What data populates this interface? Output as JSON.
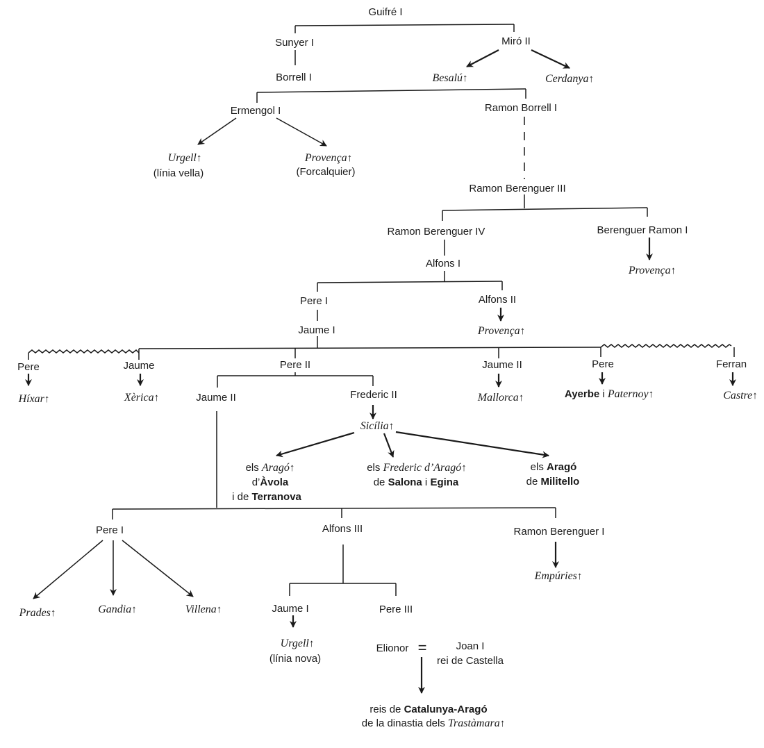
{
  "names": {
    "guifre_i": "Guifré I",
    "sunyer_i": "Sunyer I",
    "miro_ii": "Miró II",
    "besalu": "Besalú",
    "cerdanya": "Cerdanya",
    "borrell_i": "Borrell I",
    "ermengol_i": "Ermengol I",
    "ramon_borrell_i": "Ramon Borrell I",
    "urgell_old": "Urgell",
    "linia_vella": "(línia vella)",
    "provenca_forcalquier": "Provença",
    "forcalquier": "(Forcalquier)",
    "ramon_berenguer_iii": "Ramon Berenguer III",
    "ramon_berenguer_iv": "Ramon Berenguer IV",
    "berenguer_ramon_i": "Berenguer Ramon I",
    "provenca_br": "Provença",
    "alfons_i": "Alfons I",
    "pere_i_king": "Pere I",
    "alfons_ii": "Alfons II",
    "provenca_alfons": "Provença",
    "jaume_i_king": "Jaume I",
    "pere_hixar": "Pere",
    "hixar": "Híxar",
    "jaume_xerica": "Jaume",
    "xerica": "Xèrica",
    "pere_ii": "Pere II",
    "jaume_ii_mallorca": "Jaume II",
    "mallorca": "Mallorca",
    "pere_ayerbe": "Pere",
    "ayerbe": "Ayerbe",
    "ayerbe_i": " i ",
    "paternoy": "Paternoy",
    "ferran": "Ferran",
    "castre": "Castre",
    "jaume_ii_king": "Jaume II",
    "frederic_ii": "Frederic II",
    "sicilia": "Sicília",
    "avola_els": "els ",
    "avola_arago": "Aragó",
    "avola_d": "d’",
    "avola_name": "Àvola",
    "avola_i_de": "i de ",
    "terranova": "Terranova",
    "salona_els": "els ",
    "salona_frederic": "Frederic d’Aragó",
    "salona_de": "de ",
    "salona": "Salona",
    "salona_i": " i ",
    "egina": "Egina",
    "militello_els": "els ",
    "militello_arago": "Aragó",
    "militello_de": "de ",
    "militello": "Militello",
    "pere_i_prades": "Pere I",
    "alfons_iii": "Alfons III",
    "ramon_berenguer_i_emp": "Ramon Berenguer I",
    "empuries": "Empúries",
    "prades": "Prades",
    "gandia": "Gandia",
    "villena": "Villena",
    "jaume_i_urgell": "Jaume I",
    "pere_iii": "Pere III",
    "urgell_new": "Urgell",
    "linia_nova": "(línia nova)",
    "elionor": "Elionor",
    "marriage_sign": "=",
    "joan_i": "Joan I",
    "rei_castella": "rei de Castella",
    "reis_de": "reis de ",
    "catalunya_arago": "Catalunya-Aragó",
    "dinastia": "de la dinastia dels ",
    "trastamara": "Trastàmara"
  },
  "extinct_marker": "↑"
}
